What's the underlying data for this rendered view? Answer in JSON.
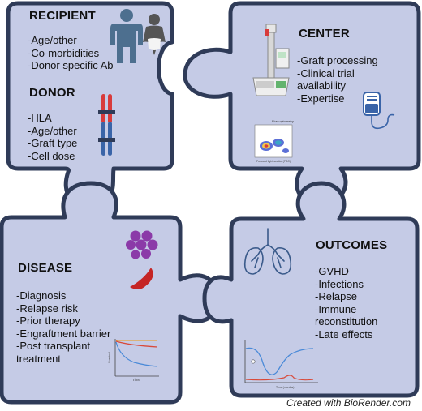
{
  "colors": {
    "piece_fill": "#c5cbe6",
    "piece_stroke": "#2f3b58",
    "background": "#ffffff"
  },
  "recipient": {
    "heading": "RECIPIENT",
    "items": [
      "-Age/other",
      "-Co-morbidities",
      "-Donor specific Ab"
    ],
    "icons": [
      "adult-figure-icon",
      "baby-figure-icon"
    ]
  },
  "donor": {
    "heading": "DONOR",
    "items": [
      "-HLA",
      "-Age/other",
      "-Graft type",
      "-Cell dose"
    ],
    "icons": [
      "chromosome-icon"
    ]
  },
  "center": {
    "heading": "CENTER",
    "items": [
      "-Graft processing",
      "-Clinical trial availability",
      "-Expertise"
    ],
    "icons": [
      "cell-processor-machine-icon",
      "flow-cytometry-plot-icon",
      "iv-bag-icon"
    ]
  },
  "disease": {
    "heading": "DISEASE",
    "items": [
      "-Diagnosis",
      "-Relapse risk",
      "-Prior therapy",
      "-Engraftment barrier",
      "-Post transplant treatment"
    ],
    "icons": [
      "grape-cells-icon",
      "sickle-cell-icon",
      "survival-curve-icon"
    ]
  },
  "outcomes": {
    "heading": "OUTCOMES",
    "items": [
      "-GVHD",
      "-Infections",
      "-Relapse",
      "-Immune reconstitution",
      "-Late effects"
    ],
    "icons": [
      "lungs-icon",
      "immune-kinetics-chart-icon"
    ]
  },
  "credit": "Created with BioRender.com"
}
